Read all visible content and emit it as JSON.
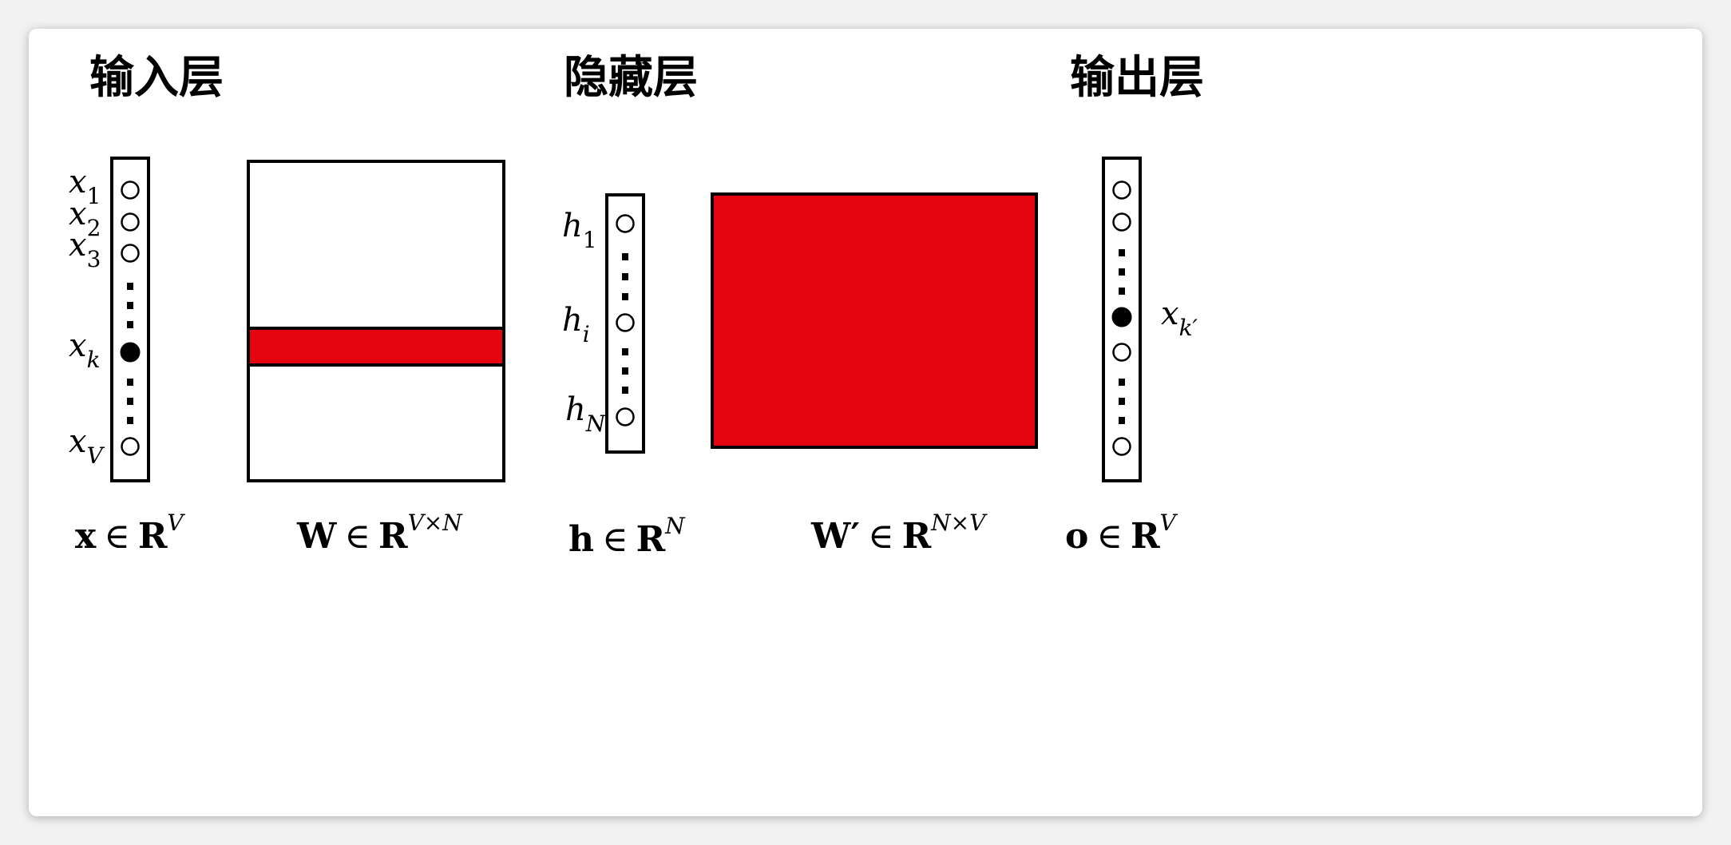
{
  "headings": {
    "input_layer": "输入层",
    "hidden_layer": "隐藏层",
    "output_layer": "输出层"
  },
  "input_nodes": [
    {
      "var": "x",
      "sub": "1"
    },
    {
      "var": "x",
      "sub": "2"
    },
    {
      "var": "x",
      "sub": "3"
    },
    {
      "var": "x",
      "sub": "k"
    },
    {
      "var": "x",
      "sub": "V"
    }
  ],
  "hidden_nodes": [
    {
      "var": "h",
      "sub": "1"
    },
    {
      "var": "h",
      "sub": "i"
    },
    {
      "var": "h",
      "sub": "N"
    }
  ],
  "output_label": {
    "var": "x",
    "sub": "k′"
  },
  "formulas": {
    "x": {
      "sym": "x",
      "op": "∈",
      "set": "R",
      "sup": "V"
    },
    "W": {
      "sym": "W",
      "op": "∈",
      "set": "R",
      "sup": "V×N"
    },
    "h": {
      "sym": "h",
      "op": "∈",
      "set": "R",
      "sup": "N"
    },
    "Wp": {
      "sym": "W′",
      "op": "∈",
      "set": "R",
      "sup": "N×V"
    },
    "o": {
      "sym": "o",
      "op": "∈",
      "set": "R",
      "sup": "V"
    }
  },
  "colors": {
    "highlight": "#e5050f",
    "stroke": "#000000"
  }
}
